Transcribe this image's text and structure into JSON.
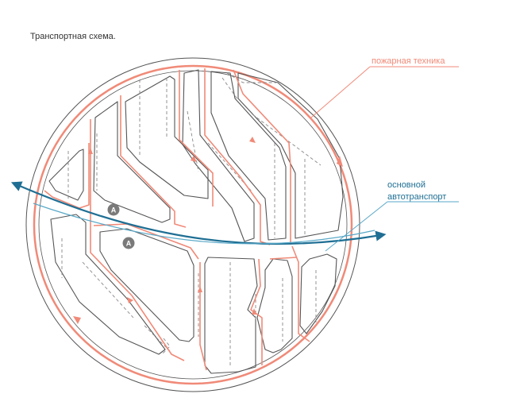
{
  "title": "Транспортная схема.",
  "legend": {
    "fire": "пожарная техника",
    "main_line1": "основной",
    "main_line2": "автотранспорт"
  },
  "markers": [
    {
      "id": "marker-a-upper",
      "label": "A"
    },
    {
      "id": "marker-a-lower",
      "label": "A"
    }
  ],
  "colors": {
    "fire": "#f08a78",
    "transport": "#1f6f94",
    "transport_light": "#5aa9c8",
    "outline": "#555555",
    "dashed": "#888888",
    "marker": "#7a7a7a",
    "text": "#333333"
  }
}
